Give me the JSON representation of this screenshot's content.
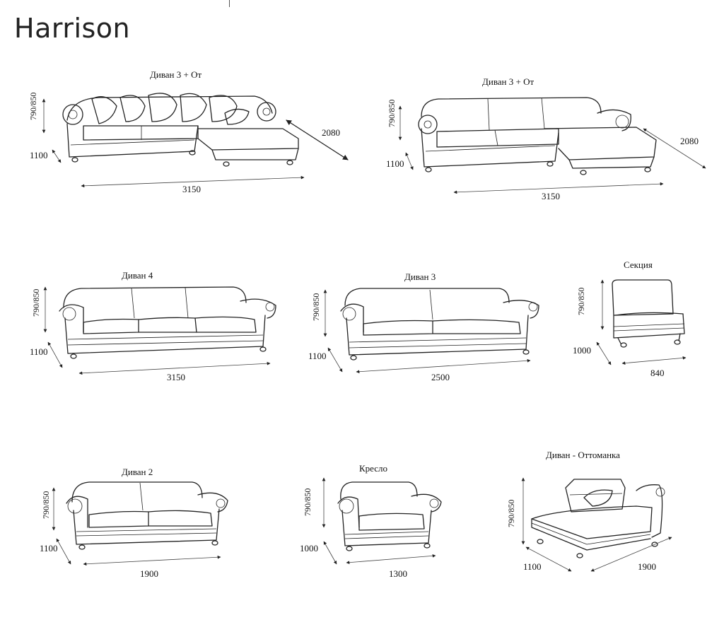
{
  "brand": "Harrison",
  "items": [
    {
      "name": "Диван 3 + От",
      "height": "790/850",
      "depth": "1100",
      "width": "3150",
      "extra": "2080"
    },
    {
      "name": "Диван 3 + От",
      "height": "790/850",
      "depth": "1100",
      "width": "3150",
      "extra": "2080"
    },
    {
      "name": "Диван 4",
      "height": "790/850",
      "depth": "1100",
      "width": "3150"
    },
    {
      "name": "Диван 3",
      "height": "790/850",
      "depth": "1100",
      "width": "2500"
    },
    {
      "name": "Секция",
      "height": "790/850",
      "depth": "1000",
      "width": "840"
    },
    {
      "name": "Диван 2",
      "height": "790/850",
      "depth": "1100",
      "width": "1900"
    },
    {
      "name": "Кресло",
      "height": "790/850",
      "depth": "1000",
      "width": "1300"
    },
    {
      "name": "Диван - Оттоманка",
      "height": "790/850",
      "depth": "1100",
      "width": "1900"
    }
  ]
}
